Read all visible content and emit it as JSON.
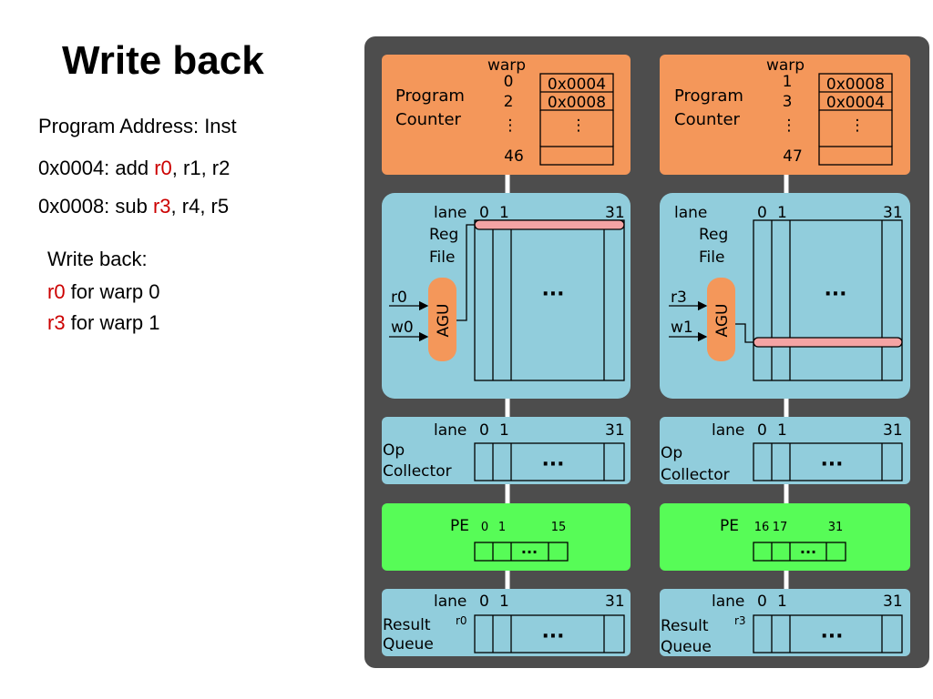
{
  "slide": {
    "title": "Write back",
    "program_header": "Program Address: Inst",
    "instructions": [
      {
        "address": "0x0004: add ",
        "dest": "r0",
        "rest": ", r1, r2"
      },
      {
        "address": "0x0008: sub ",
        "dest": "r3",
        "rest": ", r4, r5"
      }
    ],
    "writeback_header": "Write back:",
    "writebacks": [
      {
        "reg": "r0",
        "text": " for warp 0"
      },
      {
        "reg": "r3",
        "text": " for warp 1"
      }
    ]
  },
  "diagram": {
    "colors": {
      "frame": "#4d4d4d",
      "program_counter": "#f4975a",
      "blue_block": "#91cddc",
      "pe_block": "#57fc57",
      "highlight_row": "#f4a4a4",
      "highlight_text": "#cc0000"
    },
    "columns": [
      {
        "warp_header": "warp",
        "pc_label_1": "Program",
        "pc_label_2": "Counter",
        "pc_rows": [
          {
            "warp": "0",
            "pc": "0x0004"
          },
          {
            "warp": "2",
            "pc": "0x0008"
          },
          {
            "warp": "⋮",
            "pc": "⋮"
          },
          {
            "warp": "46",
            "pc": ""
          }
        ],
        "rf_lane": "lane",
        "rf_lane_0": "0",
        "rf_lane_1": "1",
        "rf_lane_31": "31",
        "rf_label_1": "Reg",
        "rf_label_2": "File",
        "rf_in_1": "r0",
        "rf_in_2": "w0",
        "agu": "AGU",
        "rf_dots": "···",
        "oc_lane": "lane",
        "oc_lane_0": "0",
        "oc_lane_1": "1",
        "oc_lane_31": "31",
        "oc_label_1": "Op",
        "oc_label_2": "Collector",
        "oc_dots": "···",
        "pe_label": "PE",
        "pe_l0": "0",
        "pe_l1": "1",
        "pe_l2": "15",
        "pe_dots": "···",
        "rq_lane": "lane",
        "rq_lane_0": "0",
        "rq_lane_1": "1",
        "rq_lane_31": "31",
        "rq_label_1": "Result",
        "rq_label_2": "Queue",
        "rq_reg": "r0",
        "rq_dots": "···"
      },
      {
        "warp_header": "warp",
        "pc_label_1": "Program",
        "pc_label_2": "Counter",
        "pc_rows": [
          {
            "warp": "1",
            "pc": "0x0008"
          },
          {
            "warp": "3",
            "pc": "0x0004"
          },
          {
            "warp": "⋮",
            "pc": "⋮"
          },
          {
            "warp": "47",
            "pc": ""
          }
        ],
        "rf_lane": "lane",
        "rf_lane_0": "0",
        "rf_lane_1": "1",
        "rf_lane_31": "31",
        "rf_label_1": "Reg",
        "rf_label_2": "File",
        "rf_in_1": "r3",
        "rf_in_2": "w1",
        "agu": "AGU",
        "rf_dots": "···",
        "oc_lane": "lane",
        "oc_lane_0": "0",
        "oc_lane_1": "1",
        "oc_lane_31": "31",
        "oc_label_1": "Op",
        "oc_label_2": "Collector",
        "oc_dots": "···",
        "pe_label": "PE",
        "pe_l0": "16",
        "pe_l1": "17",
        "pe_l2": "31",
        "pe_dots": "···",
        "rq_lane": "lane",
        "rq_lane_0": "0",
        "rq_lane_1": "1",
        "rq_lane_31": "31",
        "rq_label_1": "Result",
        "rq_label_2": "Queue",
        "rq_reg": "r3",
        "rq_dots": "···"
      }
    ]
  }
}
